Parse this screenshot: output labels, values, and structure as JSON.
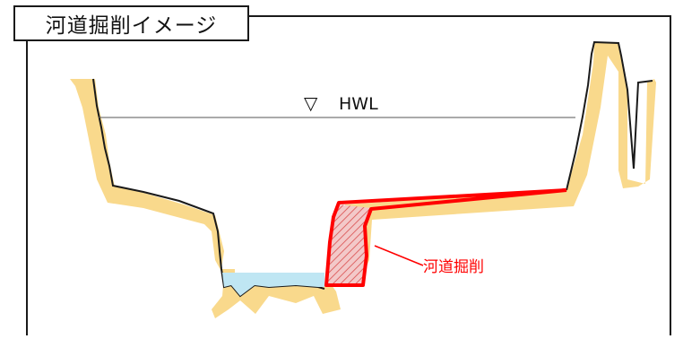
{
  "title": "河道掘削イメージ",
  "water_level_label": "HWL",
  "water_level_symbol": "▽",
  "excavation_label": "河道掘削",
  "colors": {
    "embankment": "#F9D98C",
    "water": "#BFE6F3",
    "excavation": "#FF0000",
    "hatch_fill": "#F3C9C9",
    "outline": "#1a1a1a"
  }
}
